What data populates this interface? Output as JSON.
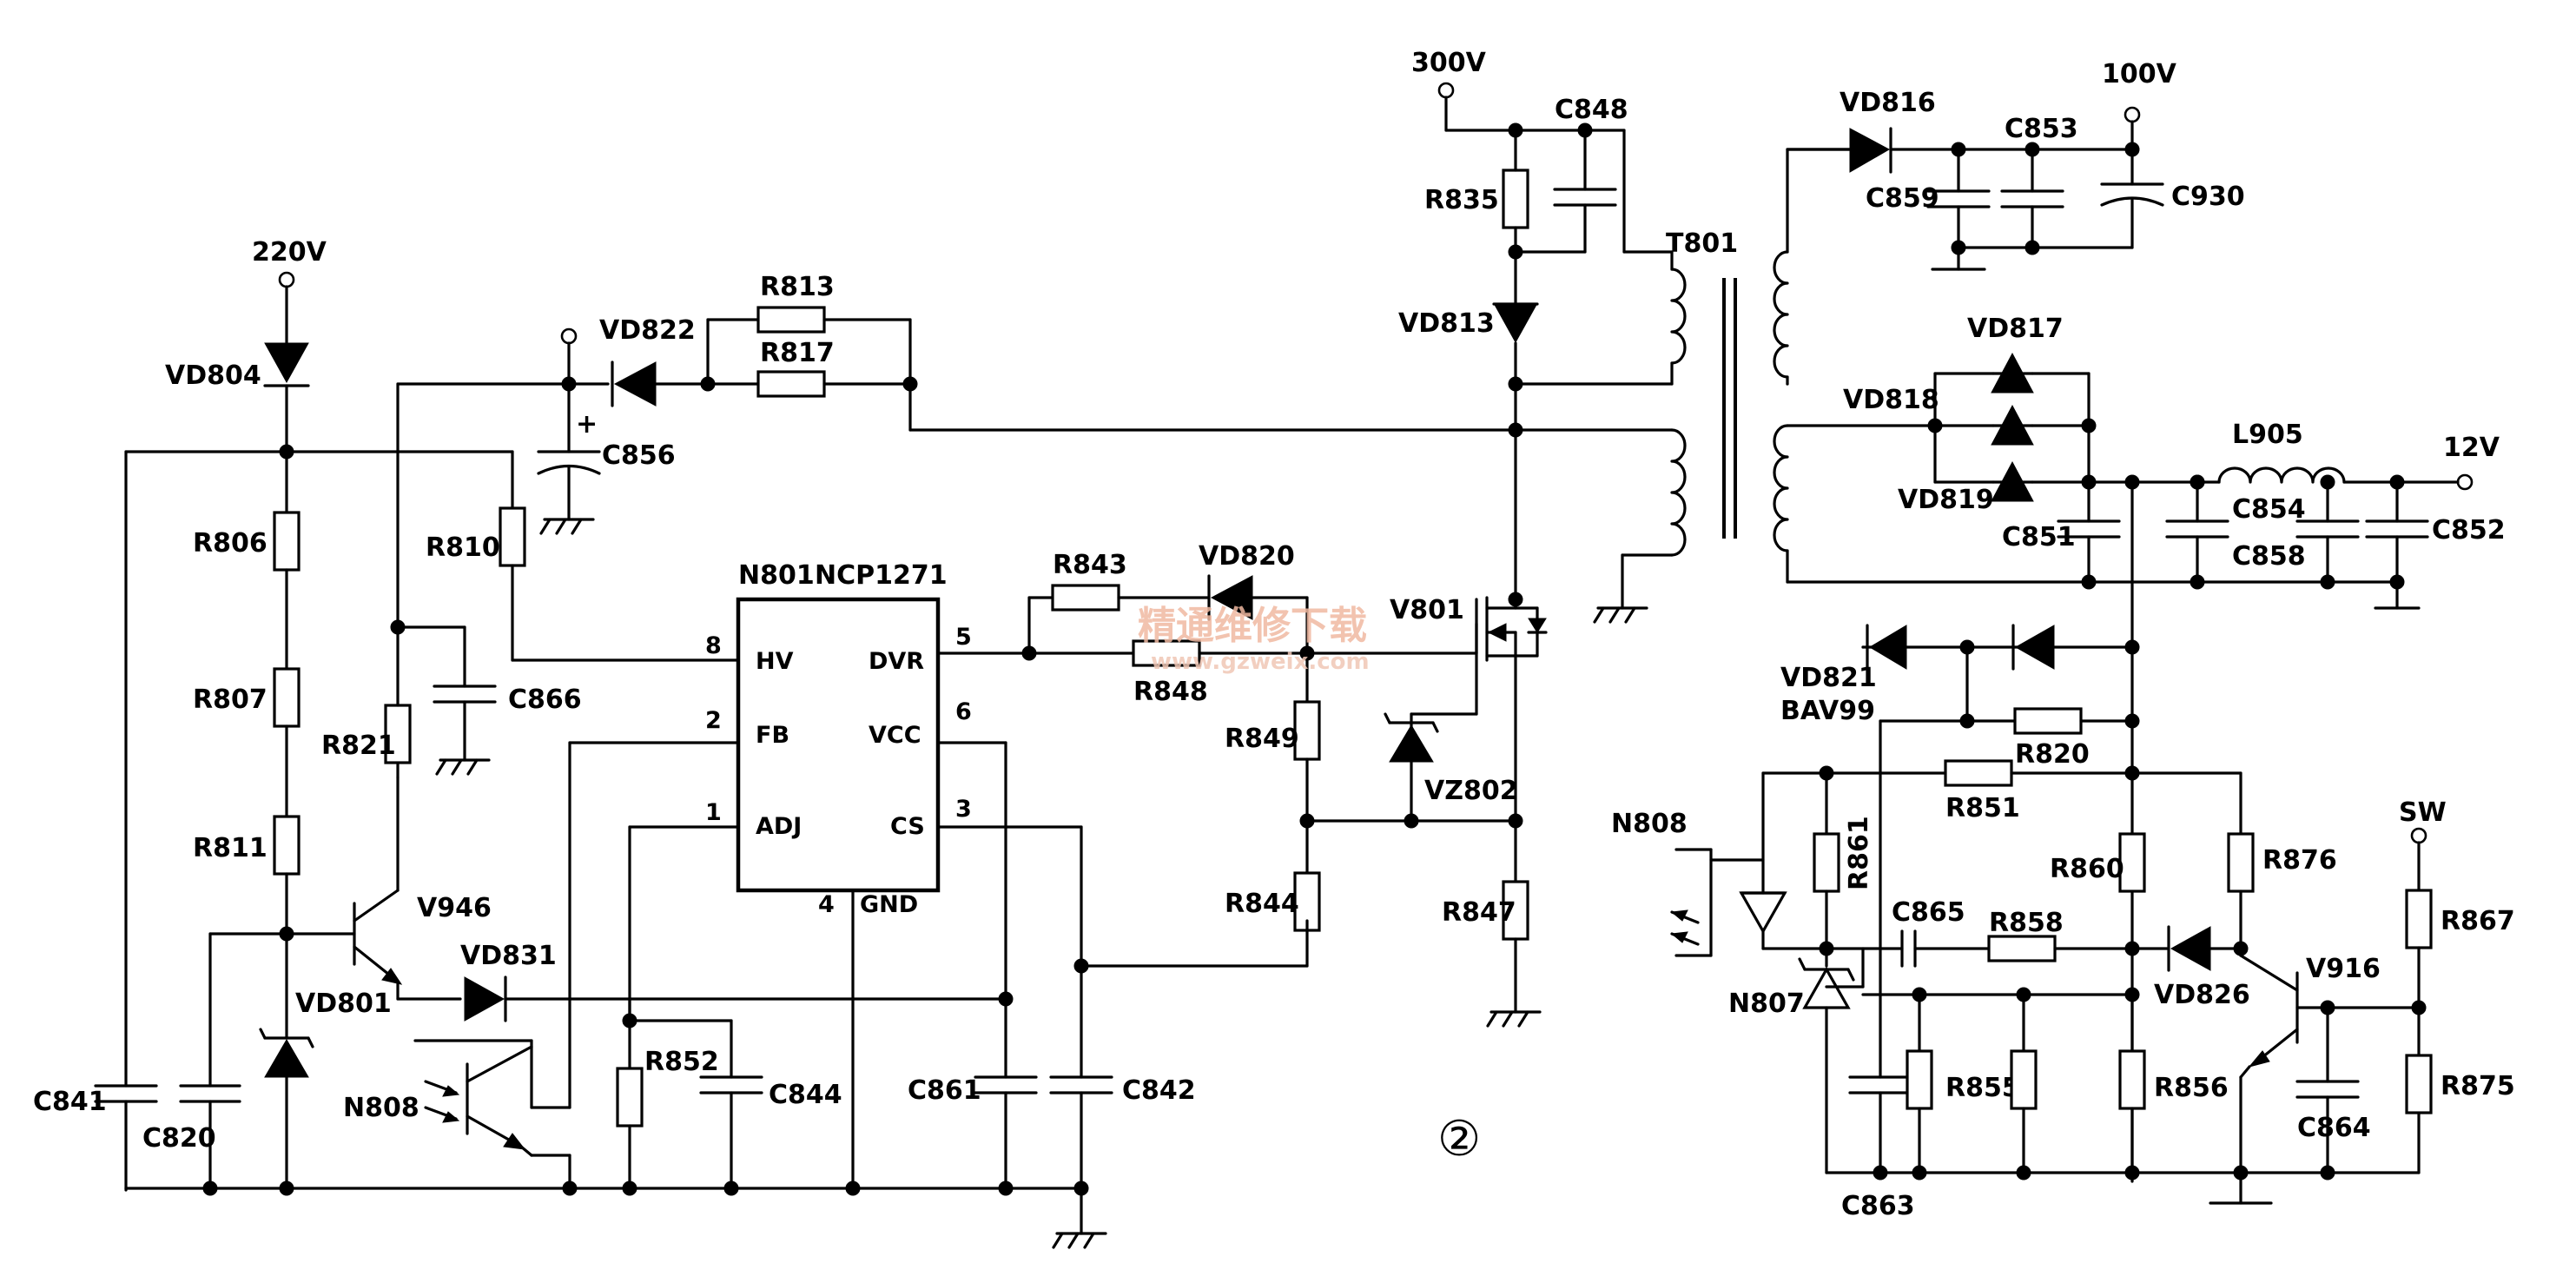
{
  "supply_labels": {
    "v220": "220V",
    "v300": "300V",
    "v100": "100V",
    "v12": "12V",
    "sw": "SW"
  },
  "ic": {
    "ref": "N801",
    "part": "NCP1271",
    "pins": {
      "hv_name": "HV",
      "fb_name": "FB",
      "adj_name": "ADJ",
      "dvr_name": "DVR",
      "vcc_name": "VCC",
      "cs_name": "CS",
      "gnd_name": "GND",
      "hv_num": "8",
      "fb_num": "2",
      "adj_num": "1",
      "dvr_num": "5",
      "vcc_num": "6",
      "cs_num": "3",
      "gnd_num": "4"
    }
  },
  "components": {
    "VD804": "VD804",
    "R806": "R806",
    "R807": "R807",
    "R811": "R811",
    "C841": "C841",
    "C820": "C820",
    "VD801": "VD801",
    "R810": "R810",
    "VD822": "VD822",
    "R813": "R813",
    "R817": "R817",
    "C856": "C856",
    "plus": "+",
    "R821": "R821",
    "C866": "C866",
    "V946": "V946",
    "VD831": "VD831",
    "N808a": "N808",
    "R852": "R852",
    "C844": "C844",
    "R843": "R843",
    "VD820": "VD820",
    "R848": "R848",
    "R849": "R849",
    "R844": "R844",
    "C861": "C861",
    "C842": "C842",
    "V801": "V801",
    "VZ802": "VZ802",
    "R847": "R847",
    "R835": "R835",
    "C848": "C848",
    "VD813": "VD813",
    "T801": "T801",
    "VD816": "VD816",
    "C853": "C853",
    "C859": "C859",
    "C930": "C930",
    "VD817": "VD817",
    "VD818": "VD818",
    "VD819": "VD819",
    "C851": "C851",
    "L905": "L905",
    "C854": "C854",
    "C858": "C858",
    "C852": "C852",
    "VD821": "VD821",
    "BAV99": "BAV99",
    "R820": "R820",
    "R851": "R851",
    "N808b": "N808",
    "R861": "R861",
    "C865": "C865",
    "R858": "R858",
    "R860": "R860",
    "R876": "R876",
    "VD826": "VD826",
    "N807": "N807",
    "V916": "V916",
    "R867": "R867",
    "R855": "R855",
    "R856": "R856",
    "R875": "R875",
    "C864": "C864",
    "C863": "C863"
  },
  "watermark": {
    "main": "精通维修下载",
    "url": "www.gzweix.com"
  },
  "figure_number": "②",
  "icon_names": [
    "ground-icon",
    "diode-icon",
    "zener-icon",
    "resistor-icon",
    "capacitor-icon",
    "transistor-icon",
    "mosfet-icon",
    "optocoupler-icon",
    "transformer-icon",
    "inductor-icon",
    "terminal-icon"
  ]
}
